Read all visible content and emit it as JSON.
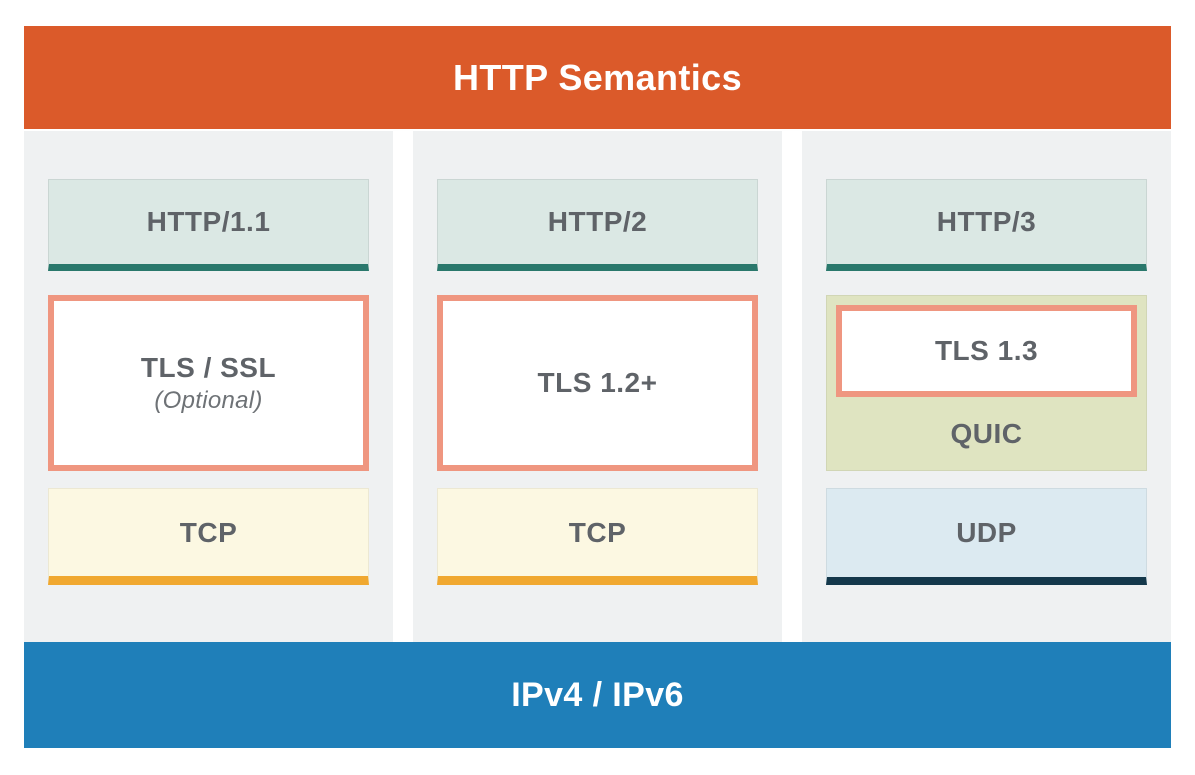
{
  "diagram": {
    "title": "HTTP Semantics",
    "footer": "IPv4 / IPv6",
    "columns": [
      {
        "application": "HTTP/1.1",
        "security": "TLS / SSL",
        "security_note": "(Optional)",
        "transport": "TCP"
      },
      {
        "application": "HTTP/2",
        "security": "TLS 1.2+",
        "transport": "TCP"
      },
      {
        "application": "HTTP/3",
        "security": "TLS 1.3",
        "security_wrapper": "QUIC",
        "transport": "UDP"
      }
    ],
    "colors": {
      "header_bg": "#DB5A2A",
      "footer_bg": "#1F7FB9",
      "column_bg": "#EFF1F2",
      "http_box_bg": "#DBE8E4",
      "http_box_underline": "#29786C",
      "tls_border": "#EF9680",
      "tcp_bg": "#FCF8E2",
      "tcp_underline": "#F0A830",
      "quic_bg": "#DFE4C1",
      "udp_bg": "#DCEAF1",
      "udp_underline": "#14384B",
      "label_text": "#5F6368",
      "note_text": "#6E7276",
      "title_text": "#FFFFFF"
    }
  }
}
